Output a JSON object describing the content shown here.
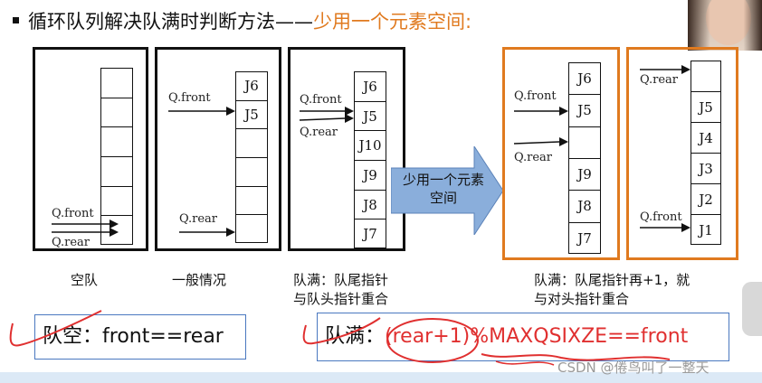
{
  "title": {
    "main": "循环队列解决队满时判断方法——",
    "highlight": "少用一个元素空间:"
  },
  "labels": {
    "q_front": "Q.front",
    "q_rear": "Q.rear"
  },
  "queues": {
    "empty": [
      "",
      "",
      "",
      "",
      "",
      ""
    ],
    "normal": [
      "J6",
      "J5",
      "",
      "",
      "",
      ""
    ],
    "full_a": [
      "J6",
      "J5",
      "J10",
      "J9",
      "J8",
      "J7"
    ],
    "full_b": [
      "J6",
      "J5",
      "",
      "J9",
      "J8",
      "J7"
    ],
    "full_c": [
      "",
      "J5",
      "J4",
      "J3",
      "J2",
      "J1"
    ]
  },
  "arrow_label": "少用一个元素空间",
  "captions": {
    "empty": "空队",
    "normal": "一般情况",
    "full_a_line1": "队满：队尾指针",
    "full_a_line2": "与队头指针重合",
    "full_b_line1": "队满：队尾指针再+1，就",
    "full_b_line2": "与对头指针重合"
  },
  "formulas": {
    "empty_prefix": "队空：",
    "empty_expr": "front==rear",
    "full_prefix": "队满：",
    "full_expr_paren": "(rear+1)",
    "full_expr_rest": "%MAXQSIXZE==front"
  },
  "watermark": "CSDN @倦鸟叫了一整天",
  "colors": {
    "highlight": "#e07a1f",
    "annotation_red": "#e03030",
    "arrow_fill": "#8aaedb",
    "formula_border": "#4a78c0"
  }
}
